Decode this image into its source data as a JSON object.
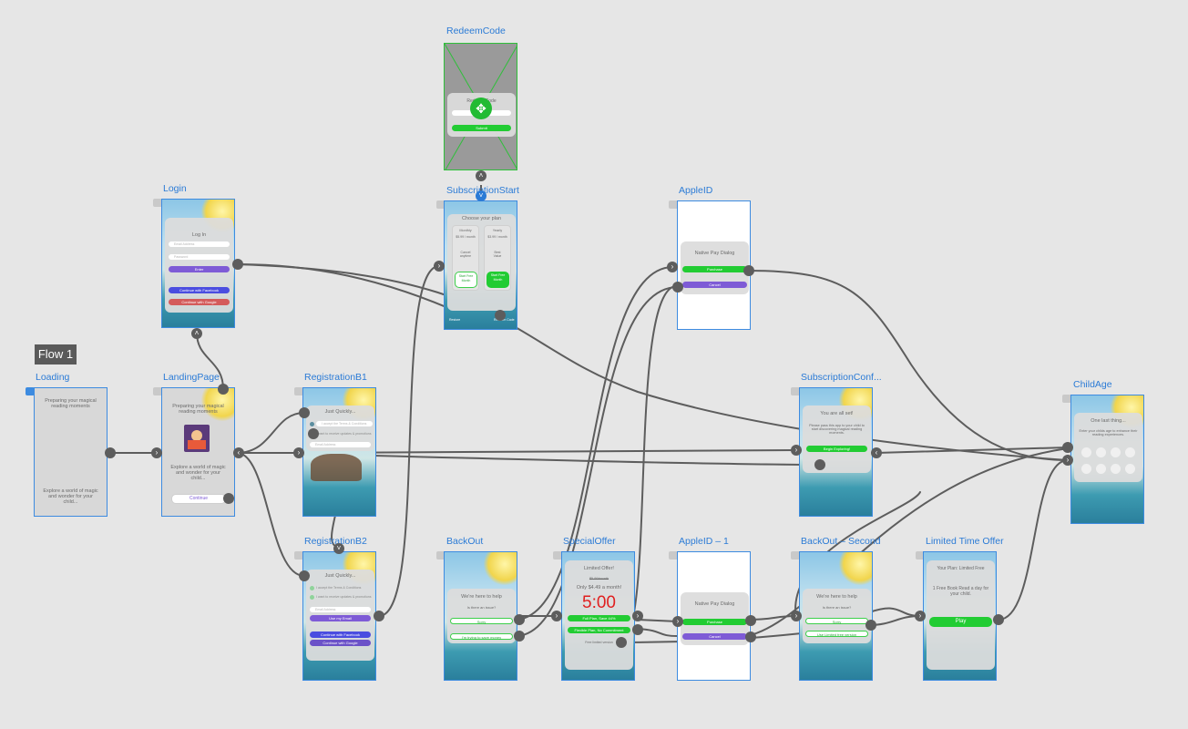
{
  "flow": {
    "label": "Flow 1"
  },
  "frames": {
    "redeem": {
      "title": "RedeemCode",
      "heading": "Redeem Code",
      "submit": "Submit"
    },
    "login": {
      "title": "Login",
      "heading": "Log In",
      "email_placeholder": "Email Address",
      "password_placeholder": "Password",
      "enter": "Enter",
      "facebook": "Continue with Facebook",
      "google": "Continue with Google"
    },
    "loading": {
      "title": "Loading",
      "top_text": "Preparing your magical reading moments",
      "bottom_text": "Explore a world of magic and wonder for your child..."
    },
    "landing": {
      "title": "LandingPage",
      "top_text": "Preparing your magical reading moments",
      "middle_text": "Explore a world of magic and wonder for your child...",
      "continue": "Continue"
    },
    "regb1": {
      "title": "RegistrationB1",
      "heading": "Just Quickly...",
      "terms": "I accept the Terms & Conditions",
      "updates": "I want to receive updates & promotions",
      "email_placeholder": "Email Address"
    },
    "regb2": {
      "title": "RegistrationB2",
      "heading": "Just Quickly...",
      "terms": "I accept the Terms & Conditions",
      "updates": "I want to receive updates & promotions",
      "email_placeholder": "Email Address",
      "use_email": "Use my Email",
      "facebook": "Continue with Facebook",
      "google": "Continue with Google"
    },
    "substart": {
      "title": "SubscriptionStart",
      "heading": "Choose your plan",
      "monthly": "Monthly",
      "monthly_price": "$5.99 / month",
      "monthly_note": "Cancel anytime",
      "monthly_btn": "Start Free Month",
      "yearly": "Yearly",
      "yearly_price": "$3.99 / month",
      "yearly_note": "Best Value",
      "yearly_btn": "Start Free Month",
      "restore": "Restore",
      "redeem_link": "Redeem Code"
    },
    "appleid": {
      "title": "AppleID",
      "heading": "Native Pay Dialog",
      "purchase": "Purchase",
      "cancel": "Cancel"
    },
    "subconf": {
      "title": "SubscriptionConf...",
      "heading": "You are all set!",
      "body": "Please pass this app to your child to start discovering magical reading moments.",
      "begin": "Begin Exploring!"
    },
    "childage": {
      "title": "ChildAge",
      "heading": "One last thing...",
      "body": "Enter your childs age to enhance their reading experiences."
    },
    "backout": {
      "title": "BackOut",
      "heading": "We're here to help",
      "question": "Is there an issue?",
      "sorry": "Sorry",
      "trying": "I'm trying to save money"
    },
    "special": {
      "title": "SpecialOffer",
      "heading": "Limited Offer!",
      "old_price": "$5.99/month",
      "price_line": "Only $4.49 a month!",
      "timer": "5:00",
      "full_plan": "Full Plan, Save 44%",
      "flexible": "Flexible Plan, No Commitment",
      "later": "Free limited version"
    },
    "appleid1": {
      "title": "AppleID – 1",
      "heading": "Native Pay Dialog",
      "purchase": "Purchase",
      "cancel": "Cancel"
    },
    "backout2": {
      "title": "BackOut – Second",
      "heading": "We're here to help",
      "question": "Is there an issue?",
      "sorry": "Sorry",
      "limited": "Use Limited free version"
    },
    "limited": {
      "title": "Limited Time Offer",
      "heading": "Your Plan: Limited Free",
      "body": "1 Free Book Read a day for your child.",
      "play": "Play"
    }
  },
  "colors": {
    "canvas": "#e6e6e6",
    "frame_border": "#3d8be0",
    "title_blue": "#2b7bd6",
    "wire": "#5d5d5d",
    "green": "#22cc33",
    "purple": "#7e5bd6",
    "timer_red": "#e02020"
  }
}
